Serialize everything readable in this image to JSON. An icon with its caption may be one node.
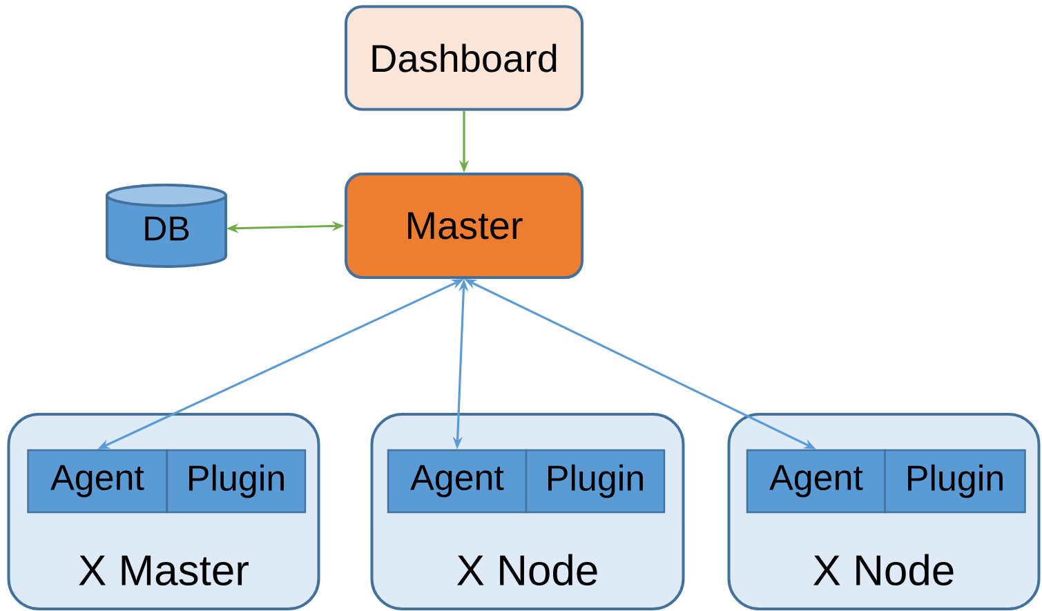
{
  "diagram": {
    "nodes": [
      {
        "text": [
          "Dashboard"
        ]
      },
      {
        "text": [
          "DB"
        ]
      },
      {
        "text": [
          "Master"
        ]
      },
      {
        "text": [
          "X Master"
        ]
      },
      {
        "text": [
          "Agent"
        ],
        "in": 3
      },
      {
        "text": [
          "Plugin"
        ],
        "in": 3
      },
      {
        "text": [
          "X Node"
        ]
      },
      {
        "text": [
          "Agent"
        ],
        "in": 6
      },
      {
        "text": [
          "Plugin"
        ],
        "in": 6
      },
      {
        "text": [
          "X Node"
        ]
      },
      {
        "text": [
          "Agent"
        ],
        "in": 9
      },
      {
        "text": [
          "Plugin"
        ],
        "in": 9
      }
    ],
    "edges": [
      {
        "from": 0,
        "to": 2,
        "arrow": "to",
        "color": "#70ad47"
      },
      {
        "from": 1,
        "to": 2,
        "arrow": "both",
        "color": "#70ad47"
      },
      {
        "from": 2,
        "to": 4,
        "arrow": "both",
        "color": "#5b9bd5"
      },
      {
        "from": 2,
        "to": 7,
        "arrow": "both",
        "color": "#5b9bd5"
      },
      {
        "from": 2,
        "to": 10,
        "arrow": "both",
        "color": "#5b9bd5"
      }
    ]
  }
}
